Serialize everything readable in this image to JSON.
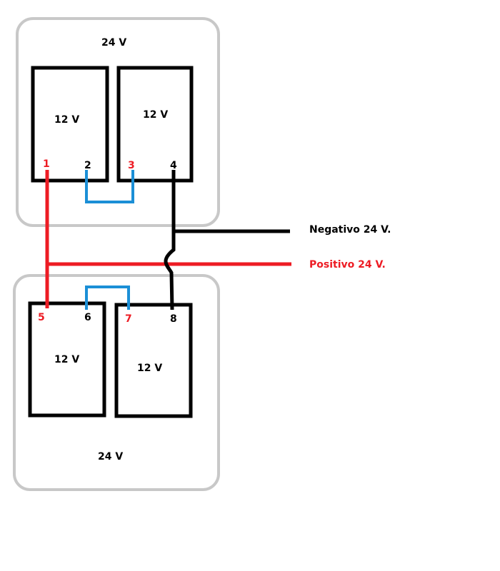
{
  "colors": {
    "background": "#ffffff",
    "group_border": "#c8c8c8",
    "battery_border": "#000000",
    "positive": "#ed1c24",
    "negative": "#000000",
    "bridge": "#1b8fd6",
    "label_dark": "#000000",
    "label_positive": "#ed1c24"
  },
  "top_group": {
    "label": "24 V",
    "battery_left": {
      "label": "12 V"
    },
    "battery_right": {
      "label": "12 V"
    }
  },
  "bottom_group": {
    "label": "24 V",
    "battery_left": {
      "label": "12 V"
    },
    "battery_right": {
      "label": "12 V"
    }
  },
  "terminals": {
    "t1": "1",
    "t2": "2",
    "t3": "3",
    "t4": "4",
    "t5": "5",
    "t6": "6",
    "t7": "7",
    "t8": "8"
  },
  "outputs": {
    "negative_label": "Negativo 24 V.",
    "positive_label": "Positivo 24 V."
  }
}
